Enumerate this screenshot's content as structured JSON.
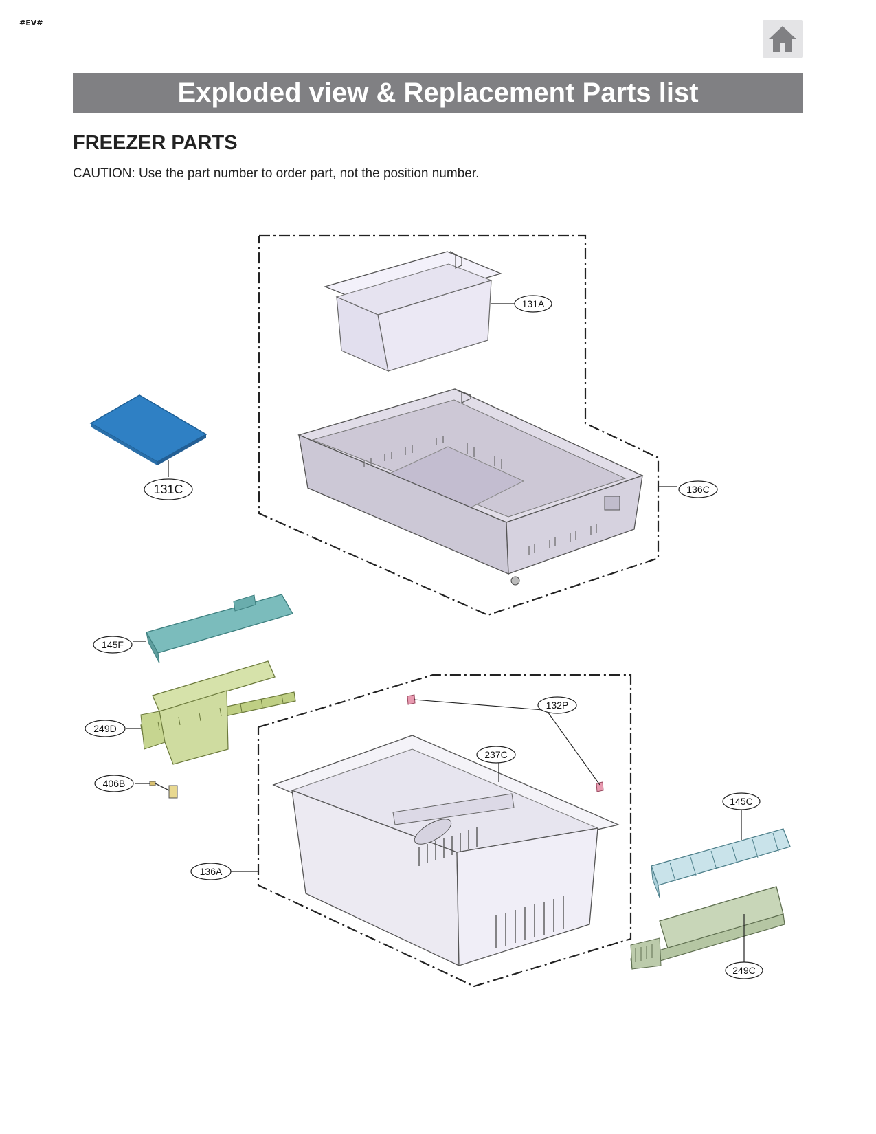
{
  "header": {
    "tag": "#EV#",
    "home_icon": "home-icon",
    "home_colors": {
      "background": "#e4e4e6",
      "icon": "#808083"
    }
  },
  "banner": {
    "title": "Exploded view & Replacement Parts list",
    "color": "#808083"
  },
  "section": {
    "title": "FREEZER PARTS",
    "caution": "CAUTION: Use the part number to order part, not the position number."
  },
  "diagram": {
    "part_colors": {
      "131C": "#2f80c4",
      "145F": "#7bbcbc",
      "249D": "#cfdca0",
      "406B": "#e8d890",
      "136C": "#d0ccd8",
      "131A": "#eae7f3",
      "237C": "#f0eef7",
      "132P": "#e89ab0",
      "145C": "#c9e3ea",
      "249C": "#c8d6b8"
    },
    "callouts": {
      "c131A": "131A",
      "c131C": "131C",
      "c136C": "136C",
      "c145F": "145F",
      "c249D": "249D",
      "c406B": "406B",
      "c132P": "132P",
      "c237C": "237C",
      "c136A": "136A",
      "c145C": "145C",
      "c249C": "249C"
    }
  }
}
